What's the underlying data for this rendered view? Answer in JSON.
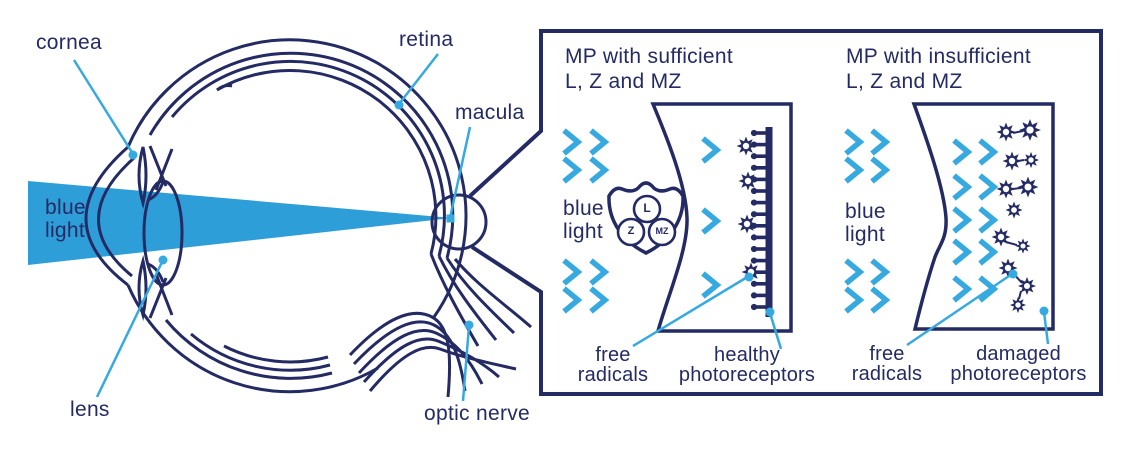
{
  "colors": {
    "navy": "#242A64",
    "beam_blue": "#2E9ED9",
    "accent_blue": "#36A9E1",
    "background": "#FFFFFF"
  },
  "eye": {
    "labels": {
      "cornea": "cornea",
      "retina": "retina",
      "macula": "macula",
      "lens": "lens",
      "optic_nerve": "optic nerve",
      "blue_light": "blue\nlight"
    }
  },
  "panel_sufficient": {
    "title": "MP with sufficient\nL, Z and MZ",
    "blue_light": "blue\nlight",
    "shield": {
      "l": "L",
      "z": "Z",
      "mz": "MZ"
    },
    "caption_free_radicals": "free\nradicals",
    "caption_photoreceptors": "healthy\nphotoreceptors"
  },
  "panel_insufficient": {
    "title": "MP with insufficient\nL, Z and MZ",
    "blue_light": "blue\nlight",
    "caption_free_radicals": "free\nradicals",
    "caption_photoreceptors": "damaged\nphotoreceptors"
  },
  "icons": {
    "shield": "shield-with-carotenoid-circles",
    "chevron": "chevron-right-blue-light",
    "starburst": "free-radical-starburst",
    "comb": "photoreceptor-comb"
  }
}
